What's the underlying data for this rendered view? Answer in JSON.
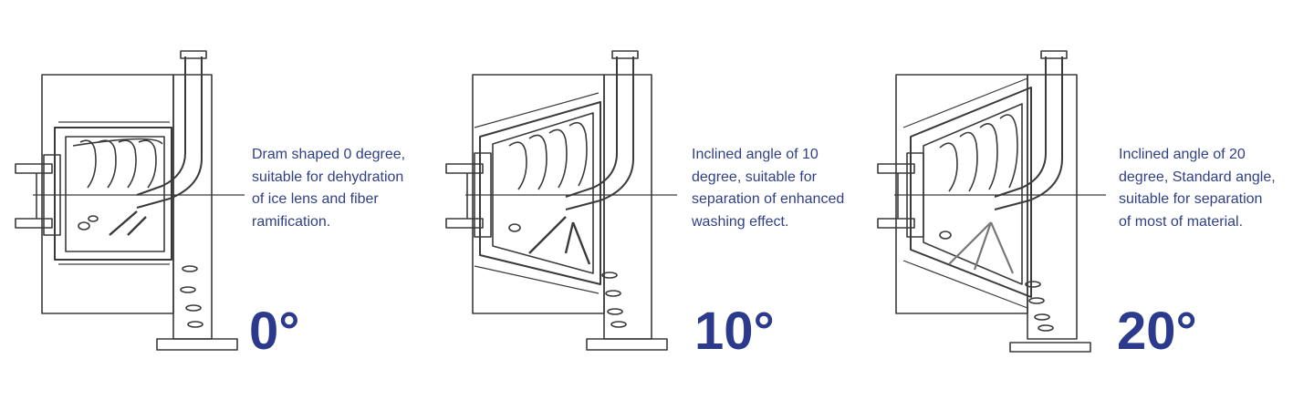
{
  "panels": [
    {
      "id": "0",
      "angle_label": "0°",
      "inclination_deg": 0,
      "description_lines": [
        "Dram shaped 0 degree,",
        "suitable for dehydration",
        "of ice lens and fiber",
        "ramification."
      ]
    },
    {
      "id": "10",
      "angle_label": "10°",
      "inclination_deg": 10,
      "description_lines": [
        "Inclined angle of 10",
        "degree, suitable for",
        "separation of enhanced",
        "washing effect."
      ]
    },
    {
      "id": "20",
      "angle_label": "20°",
      "inclination_deg": 20,
      "description_lines": [
        "Inclined angle of 20",
        "degree, Standard angle,",
        "suitable for separation",
        "of most of material."
      ]
    }
  ],
  "colors": {
    "text": "#2f3f86",
    "angle": "#2b3a8c",
    "line": "#3a3a3a",
    "background": "#ffffff"
  }
}
